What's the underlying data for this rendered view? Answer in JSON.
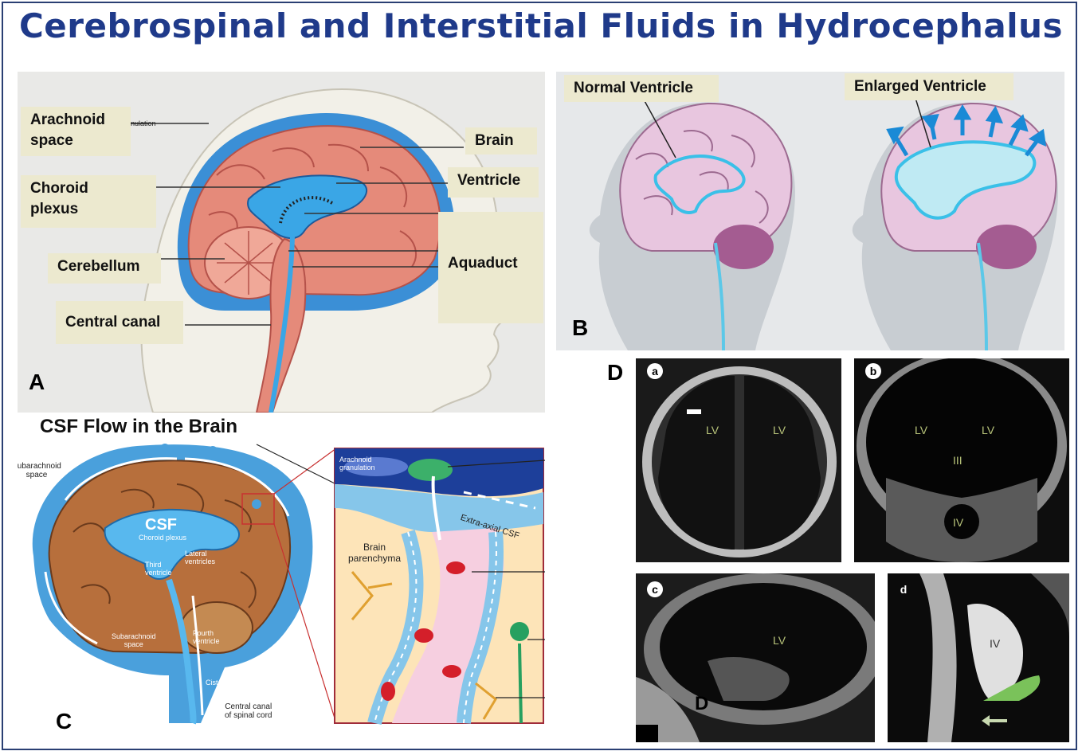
{
  "title": "Cerebrospinal and Interstitial Fluids in Hydrocephalus",
  "panel_a": {
    "letter": "A",
    "labels": {
      "arachnoid_line1": "Arachnoid",
      "arachnoid_line2": "space",
      "granulation": "nulation",
      "choroid_line1": "Choroid",
      "choroid_line2": "plexus",
      "cerebellum": "Cerebellum",
      "central_canal": "Central canal",
      "brain": "Brain",
      "ventricle": "Ventricle",
      "aquaduct": "Aquaduct"
    }
  },
  "panel_b": {
    "letter": "B",
    "normal": "Normal Ventricle",
    "enlarged": "Enlarged Ventricle"
  },
  "panel_c": {
    "letter": "C",
    "heading": "CSF Flow in the Brain",
    "labels": {
      "subarachnoid_line1": "Subarachnoid",
      "subarachnoid_line2": "space",
      "csf": "CSF",
      "choroid": "Choroid plexus",
      "third_line1": "Third",
      "third_line2": "ventricle",
      "lateral_line1": "Lateral",
      "lateral_line2": "ventricles",
      "fourth_line1": "Fourth",
      "fourth_line2": "ventricle",
      "subarachnoid2_line1": "Subarachnoid",
      "subarachnoid2_line2": "space",
      "cistern": "Cistern",
      "central_line1": "Central canal",
      "central_line2": "of spinal cord",
      "arachnoid_gran_line1": "Arachnoid",
      "arachnoid_gran_line2": "granulation",
      "extra_axial": "Extra-axial CSF",
      "parenchyma_line1": "Brain",
      "parenchyma_line2": "parenchyma"
    }
  },
  "panel_d": {
    "letter": "D",
    "sub_a": "a",
    "sub_b": "b",
    "sub_c": "c",
    "sub_d": "d",
    "a_lv_left": "LV",
    "a_lv_right": "LV",
    "b_lv_left": "LV",
    "b_lv_right": "LV",
    "b_third": "III",
    "b_fourth": "IV",
    "c_lv": "LV",
    "c_letter": "D",
    "d_fourth": "IV"
  },
  "colors": {
    "title": "#1f3a8a",
    "label_bg": "#ece9cf",
    "csf_blue": "#3aa6e6",
    "brain_pink": "#e58a7a"
  }
}
